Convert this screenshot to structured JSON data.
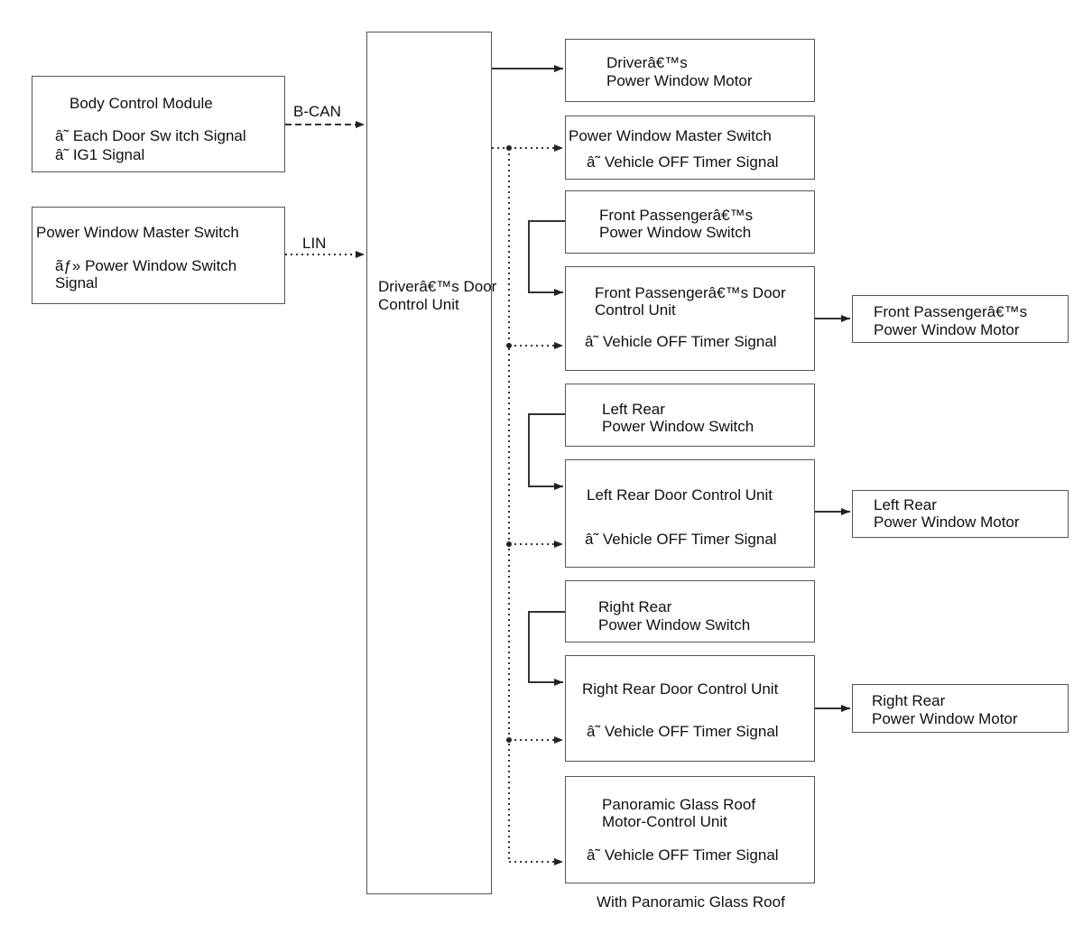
{
  "diagram": {
    "bcm": {
      "title": "Body Control Module",
      "line1": "â˜ Each Door Sw itch Signal",
      "line2": "â˜ IG1 Signal"
    },
    "pwms_left": {
      "title": "Power Window Master Switch",
      "line1": "ãƒ» Power Window Switch",
      "line2": "Signal"
    },
    "bus_bcan": "B-CAN",
    "bus_lin": "LIN",
    "ddcu": {
      "line1": "Driverâ€™s Door",
      "line2": "Control Unit"
    },
    "driver_motor": {
      "line1": "Driverâ€™s",
      "line2": "Power Window Motor"
    },
    "pwms_right": {
      "title": "Power Window Master Switch",
      "signal": "â˜ Vehicle OFF Timer Signal"
    },
    "fp_switch": {
      "line1": "Front Passengerâ€™s",
      "line2": "Power Window Switch"
    },
    "fp_dcu": {
      "line1": "Front Passengerâ€™s Door",
      "line2": "Control Unit",
      "signal": "â˜ Vehicle OFF Timer Signal"
    },
    "fp_motor": {
      "line1": "Front Passengerâ€™s",
      "line2": "Power Window Motor"
    },
    "lr_switch": {
      "line1": "Left Rear",
      "line2": "Power Window Switch"
    },
    "lr_dcu": {
      "title": "Left Rear Door Control Unit",
      "signal": "â˜ Vehicle OFF Timer Signal"
    },
    "lr_motor": {
      "line1": "Left Rear",
      "line2": "Power Window Motor"
    },
    "rr_switch": {
      "line1": "Right Rear",
      "line2": "Power Window Switch"
    },
    "rr_dcu": {
      "title": "Right Rear Door Control Unit",
      "signal": "â˜ Vehicle OFF Timer Signal"
    },
    "rr_motor": {
      "line1": "Right Rear",
      "line2": "Power Window Motor"
    },
    "roof_mcu": {
      "line1": "Panoramic Glass Roof",
      "line2": "Motor-Control Unit",
      "signal": "â˜ Vehicle OFF Timer Signal"
    },
    "roof_note": "With Panoramic Glass Roof"
  }
}
